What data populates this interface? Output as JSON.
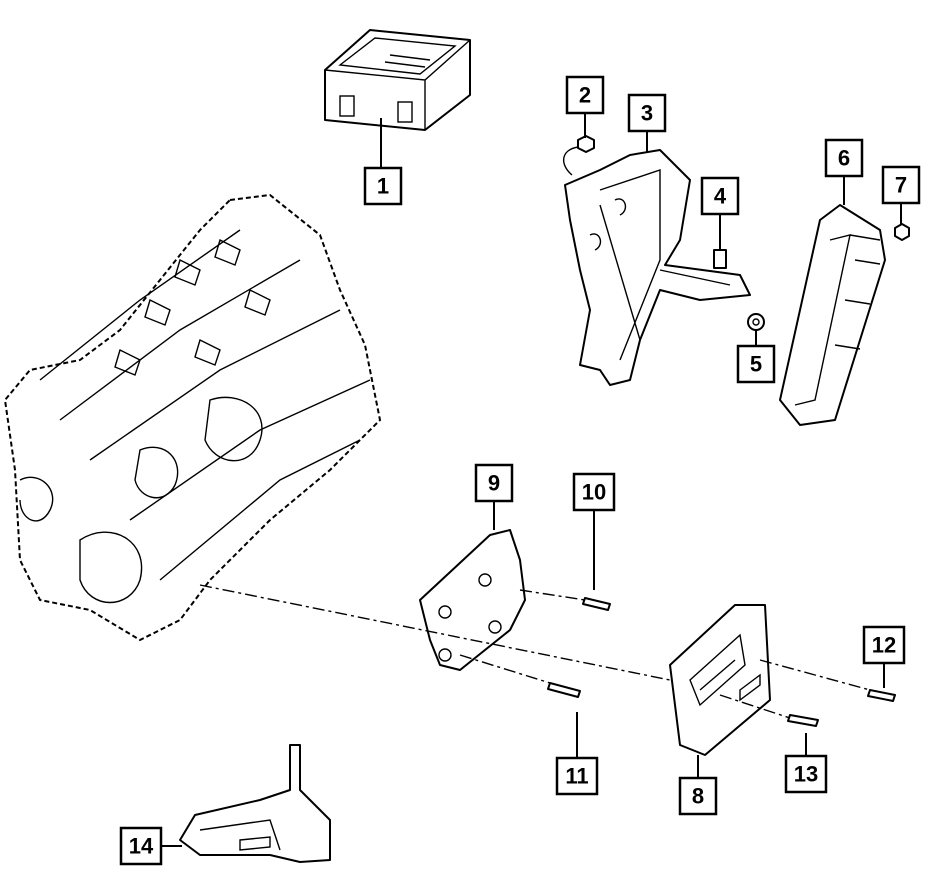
{
  "diagram": {
    "type": "exploded parts diagram",
    "callouts": {
      "c1": {
        "label": "1"
      },
      "c2": {
        "label": "2"
      },
      "c3": {
        "label": "3"
      },
      "c4": {
        "label": "4"
      },
      "c5": {
        "label": "5"
      },
      "c6": {
        "label": "6"
      },
      "c7": {
        "label": "7"
      },
      "c8": {
        "label": "8"
      },
      "c9": {
        "label": "9"
      },
      "c10": {
        "label": "10"
      },
      "c11": {
        "label": "11"
      },
      "c12": {
        "label": "12"
      },
      "c13": {
        "label": "13"
      },
      "c14": {
        "label": "14"
      }
    }
  }
}
